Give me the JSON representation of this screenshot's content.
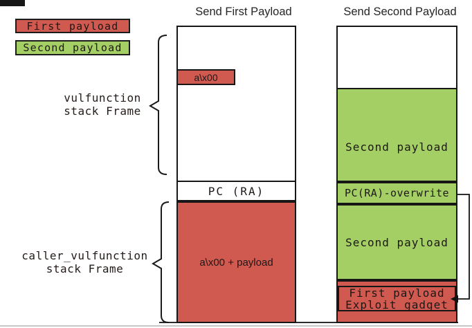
{
  "colors": {
    "red": "#d15a50",
    "green": "#a4cf64"
  },
  "legend": {
    "first": "First payload",
    "second": "Second payload"
  },
  "frame_labels": {
    "vulfunction": "vulfunction\nstack Frame",
    "caller": "caller_vulfunction\nstack Frame"
  },
  "column1": {
    "title": "Send First Payload",
    "buffer": "a\\x00",
    "pc": "PC (RA)",
    "payload": "a\\x00 + payload"
  },
  "column2": {
    "title": "Send Second Payload",
    "payload_top": "Second payload",
    "pc_overwrite": "PC(RA)-overwrite",
    "payload_bottom": "Second payload",
    "gadget_line1": "First payload",
    "gadget_line2": "Exploit gadget"
  }
}
